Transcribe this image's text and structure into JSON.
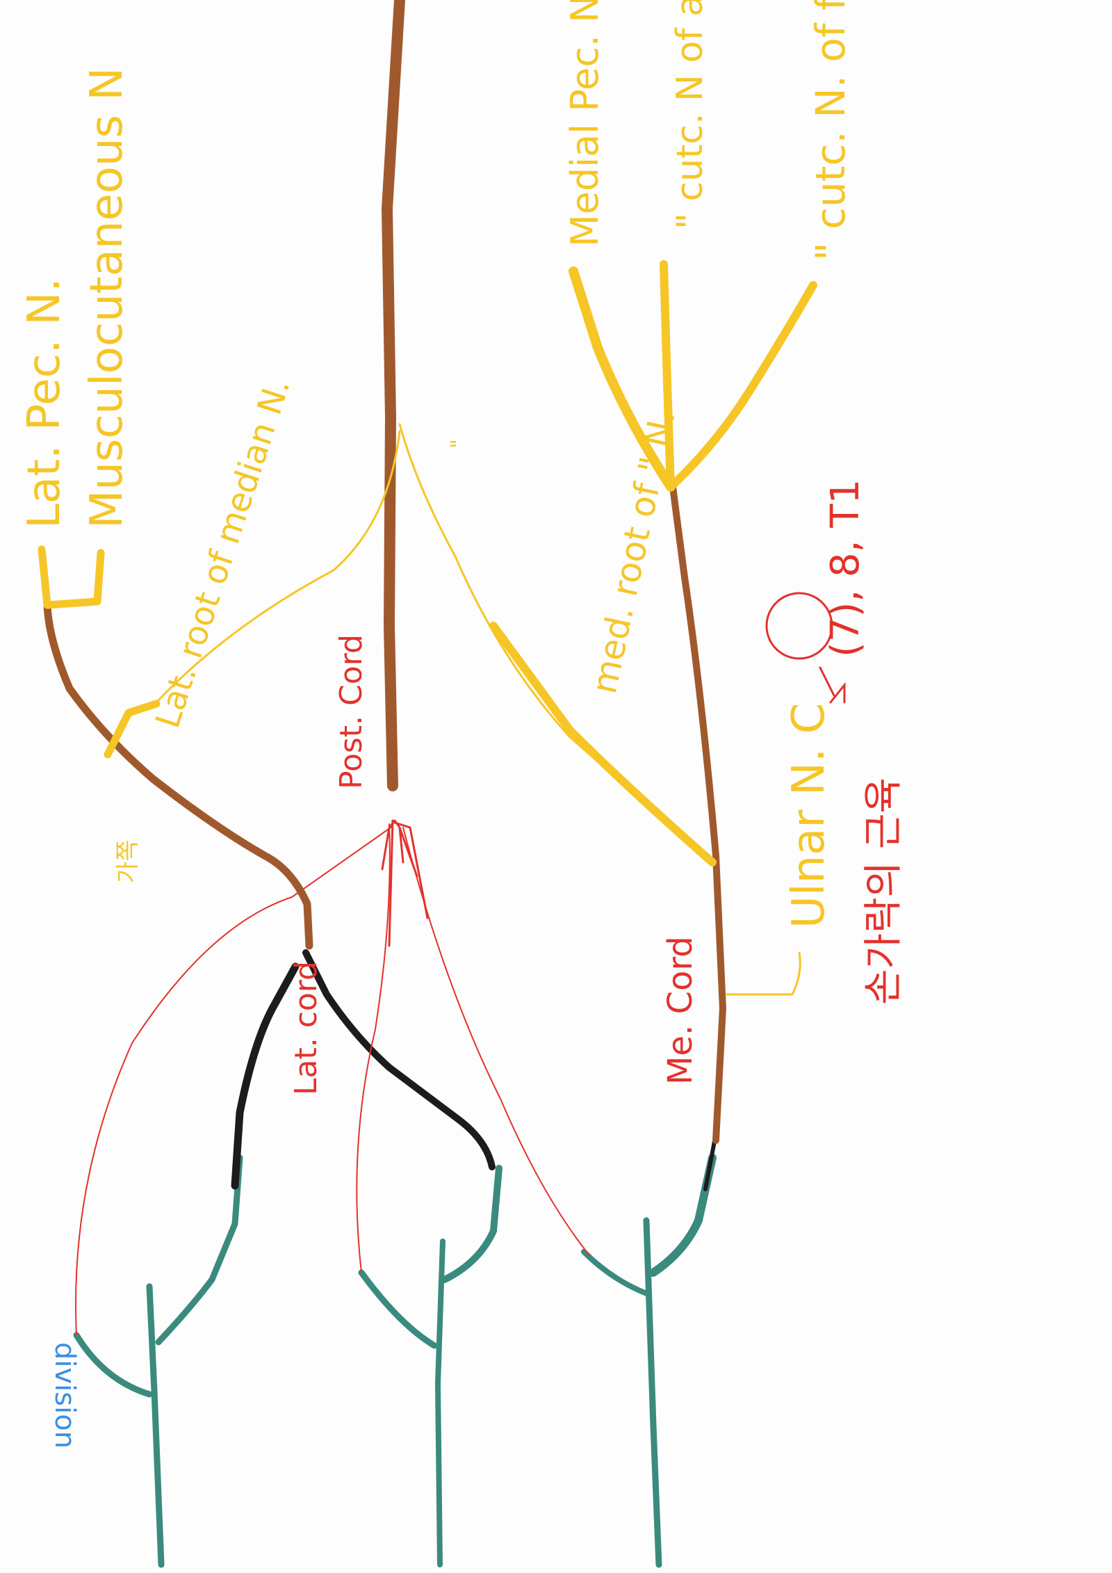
{
  "colors": {
    "root_green": "#3b8a7e",
    "cord_brown": "#a0592d",
    "nerve_yellow": "#f6c627",
    "division_black": "#1c1c1c",
    "division_red": "#e4312b",
    "label_red": "#e4312b",
    "label_blue": "#3a8fe3"
  },
  "labels": {
    "lat_pec": "Lat. Pec. N.",
    "musculocutaneous": "Musculocutaneous N",
    "lat_root_median": "Lat. root of median N.",
    "medial_pec": "Medial Pec. N.",
    "cutaneous_arm": "\" cutc. N of arm",
    "cutaneous_forearm": "\" cutc. N. of forearm",
    "med_root": "med. root of \" N.",
    "ulnar": "Ulnar N. C",
    "ulnar_note": "(7), 8, T1",
    "post_cord": "Post. Cord",
    "lat_cord": "Lat. cord",
    "med_cord": "Me. Cord",
    "division": "division",
    "korean_note": "손가락의 근육",
    "side_note": "가쪽",
    "ditto": "\""
  }
}
